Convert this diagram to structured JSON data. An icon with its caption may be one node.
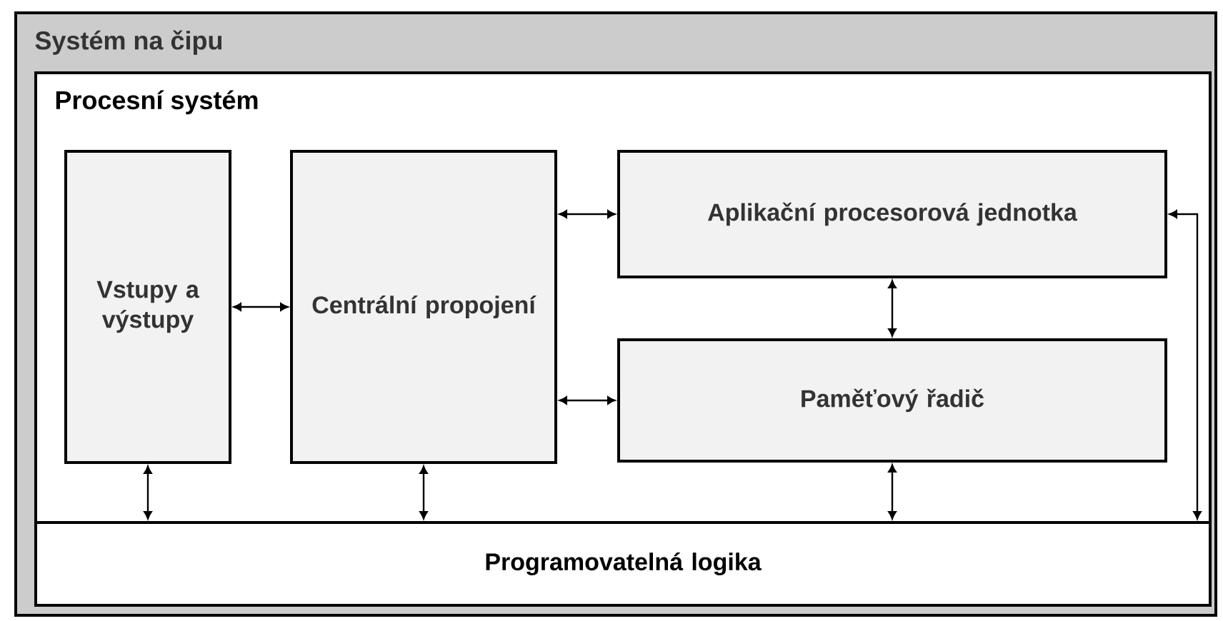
{
  "diagram": {
    "nodes": [
      {
        "text": [
          "Systém na čipu"
        ]
      },
      {
        "text": [
          "Procesní systém"
        ],
        "in": 0
      },
      {
        "text": [
          "Vstupy a výstupy"
        ],
        "in": 1
      },
      {
        "text": [
          "Centrální propojení"
        ],
        "in": 1
      },
      {
        "text": [
          "Aplikační procesorová jednotka"
        ],
        "in": 1
      },
      {
        "text": [
          "Paměťový řadič"
        ],
        "in": 1
      },
      {
        "text": [
          "Programovatelná logika"
        ],
        "in": 0
      }
    ],
    "edges": [
      {
        "from": 2,
        "to": 3,
        "arrow": "both"
      },
      {
        "from": 3,
        "to": 4,
        "arrow": "both"
      },
      {
        "from": 3,
        "to": 5,
        "arrow": "both"
      },
      {
        "from": 4,
        "to": 5,
        "arrow": "both"
      },
      {
        "from": 2,
        "to": 6,
        "arrow": "both"
      },
      {
        "from": 3,
        "to": 6,
        "arrow": "both"
      },
      {
        "from": 5,
        "to": 6,
        "arrow": "both"
      },
      {
        "from": 4,
        "to": 6,
        "arrow": "both"
      }
    ]
  }
}
